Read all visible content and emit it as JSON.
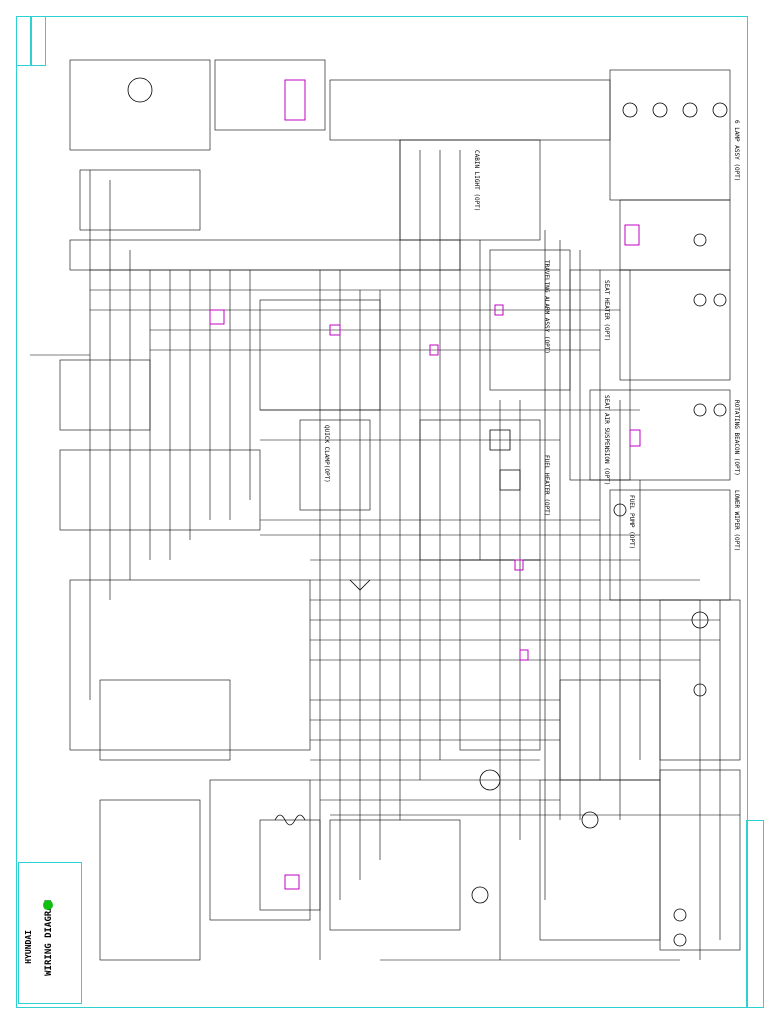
{
  "title_block": {
    "drawing_title": "WIRING DIAGRAM",
    "logo_text": "HYUNDAI"
  },
  "sections": [
    {
      "id": "opt-cabin",
      "title": "CABIN LIGHT (OPT)"
    },
    {
      "id": "opt-quick",
      "title": "QUICK CLAMP(OPT)"
    },
    {
      "id": "opt-travel",
      "title": "TRAVELING ALARM ASSY (OPT)"
    },
    {
      "id": "opt-fuel-heater",
      "title": "FUEL HEATER (OPT)"
    },
    {
      "id": "opt-fuel-pump",
      "title": "FUEL PUMP (OPT)"
    },
    {
      "id": "opt-seat-heater",
      "title": "SEAT HEATER (OPT)"
    },
    {
      "id": "opt-seat-air",
      "title": "SEAT AIR SUSPENSION (OPT)"
    },
    {
      "id": "opt-beacon",
      "title": "ROTATING BEACON (OPT)"
    },
    {
      "id": "opt-lower-wiper",
      "title": "LOWER WIPER (OPT)"
    },
    {
      "id": "opt-lamp",
      "title": "6 LAMP ASSY (OPT)"
    }
  ],
  "colors": {
    "frame": "#2fd0d0",
    "wire": "#000000",
    "highlight": "#c000c0",
    "logo": "#10c010"
  }
}
